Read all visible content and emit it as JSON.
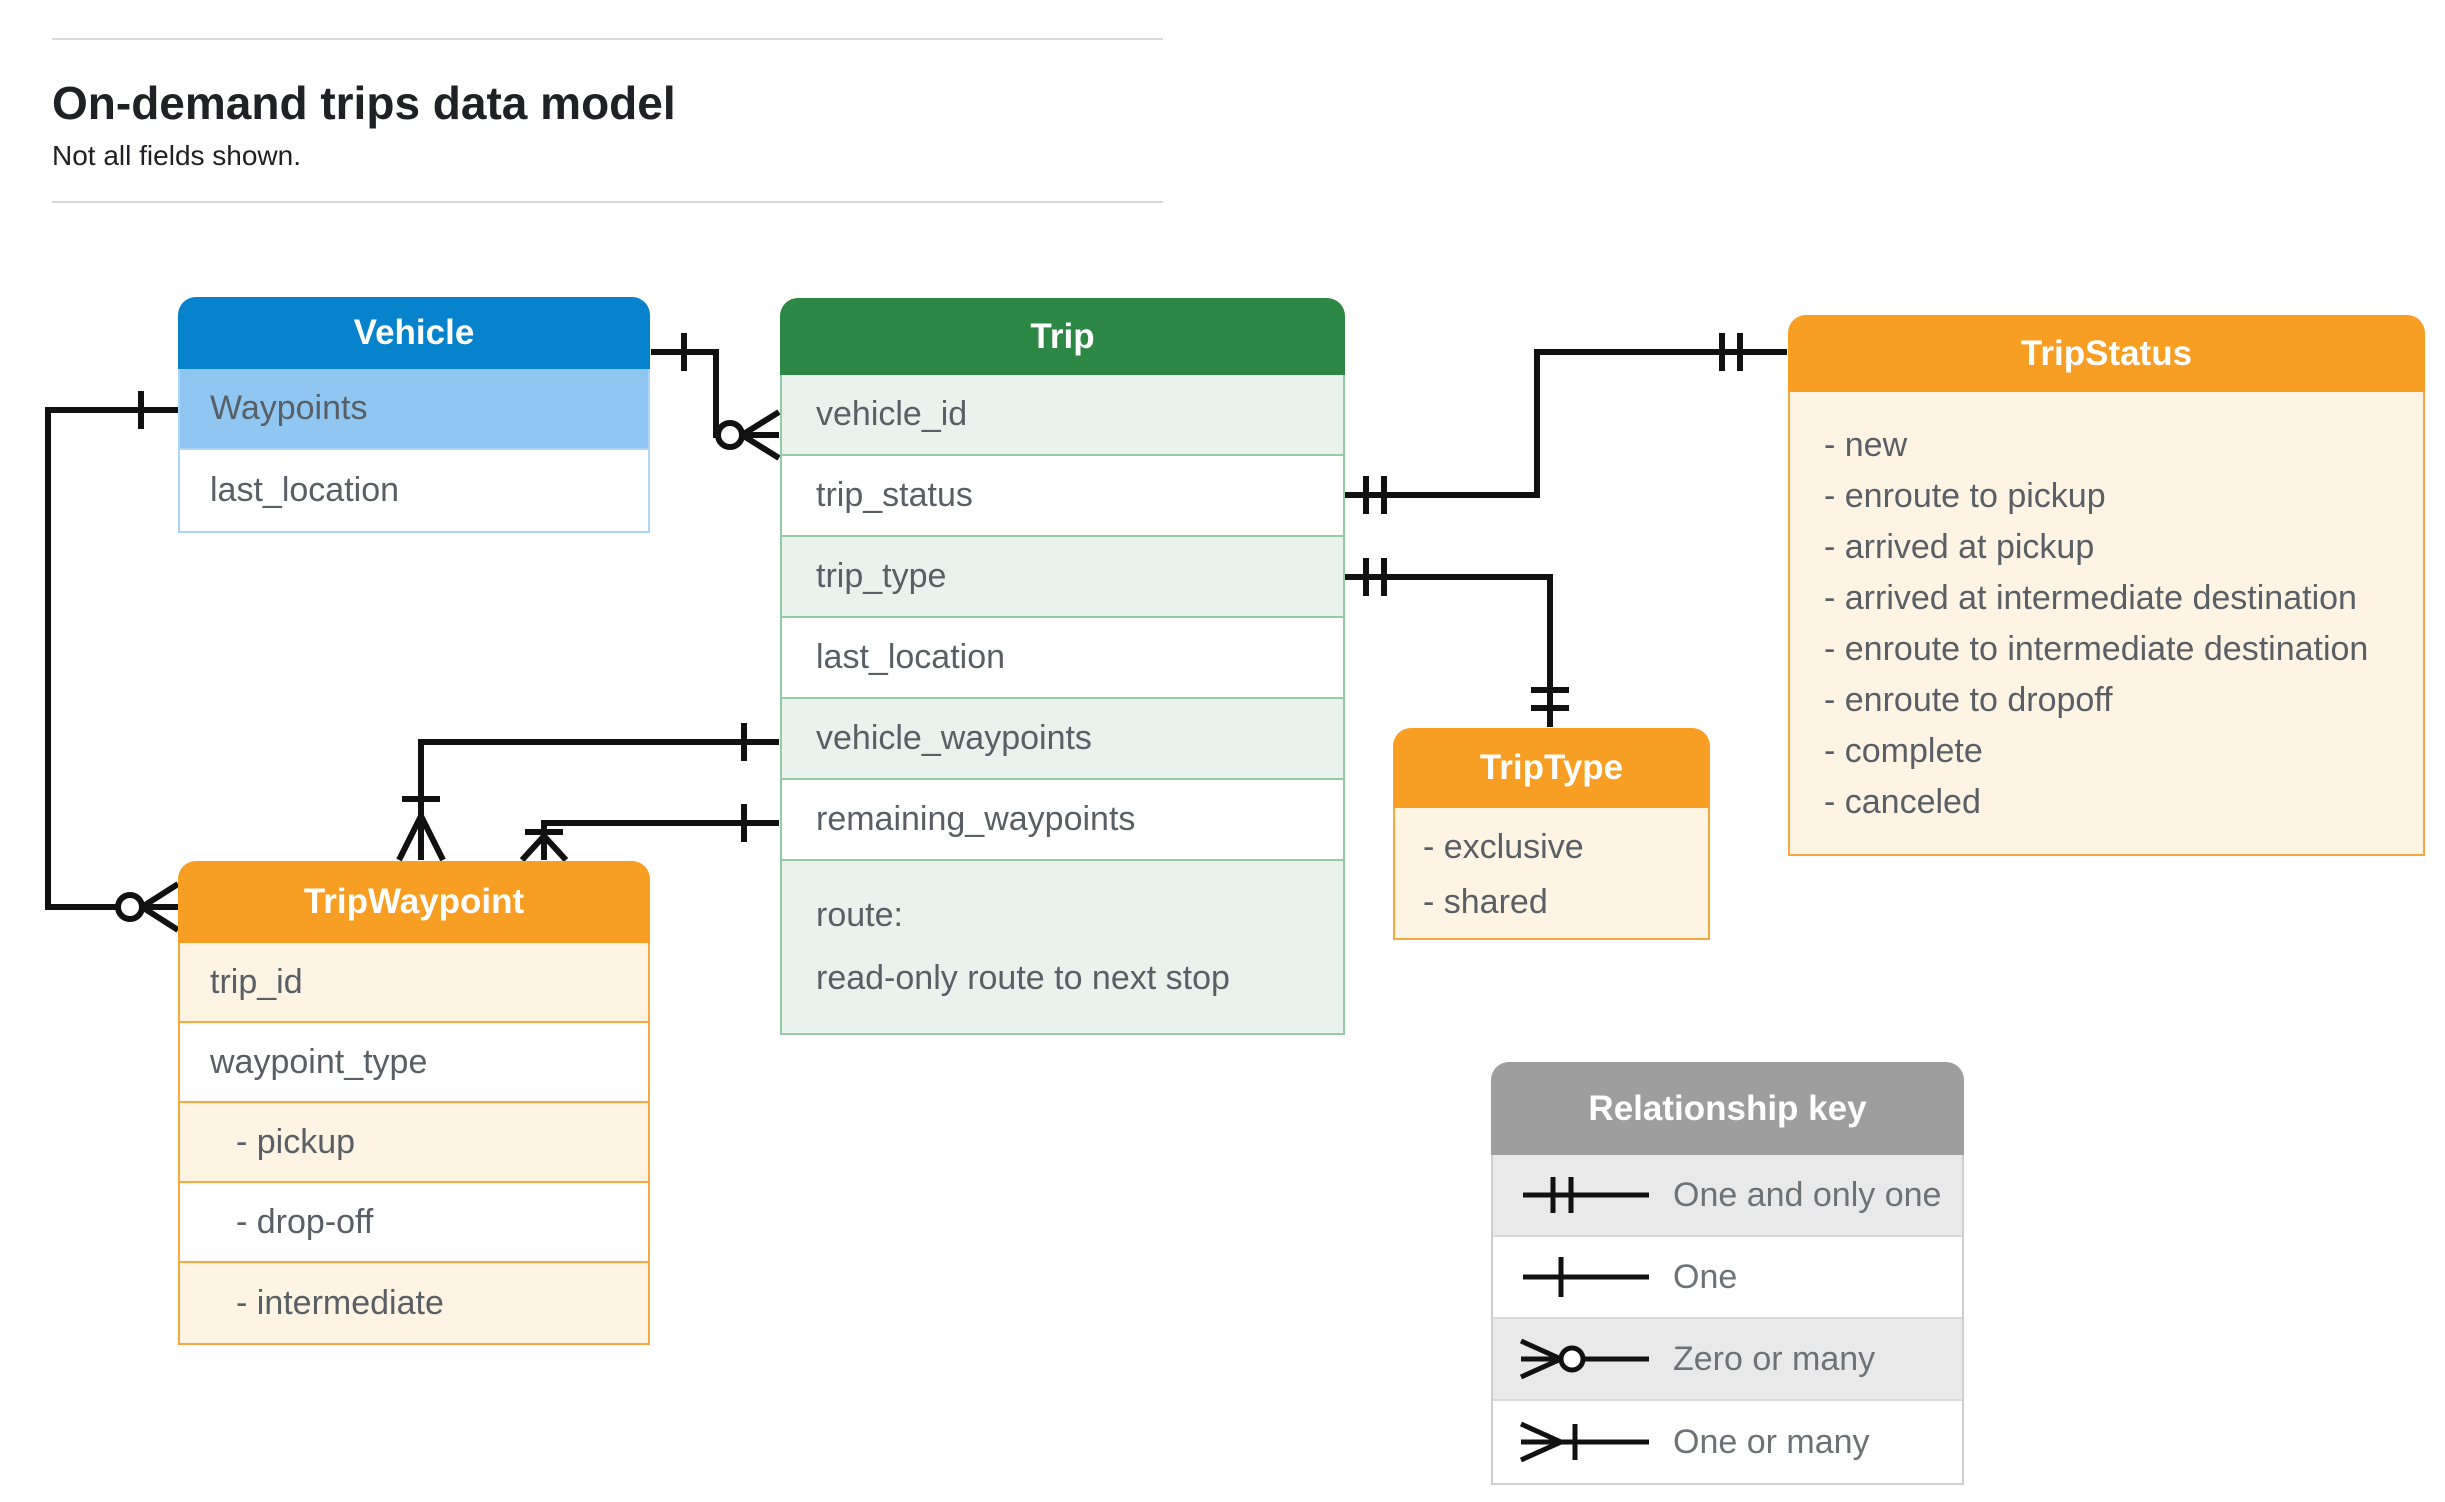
{
  "page": {
    "title": "On-demand trips data model",
    "subtitle": "Not all fields shown."
  },
  "colors": {
    "vehicle_accent": "#0783cd",
    "vehicle_tint": "#8fc7f2",
    "trip_accent": "#2e8845",
    "trip_tint": "#e9f2ec",
    "enum_accent": "#f79e23",
    "enum_tint": "#fdf4e3",
    "legend_accent": "#9e9e9e",
    "connector": "#111111"
  },
  "tables": {
    "vehicle": {
      "title": "Vehicle",
      "fields": [
        "Waypoints",
        "last_location"
      ]
    },
    "trip": {
      "title": "Trip",
      "fields": [
        "vehicle_id",
        "trip_status",
        "trip_type",
        "last_location",
        "vehicle_waypoints",
        "remaining_waypoints"
      ],
      "route_field": [
        "route:",
        "read-only route to next stop"
      ]
    },
    "trip_status": {
      "title": "TripStatus",
      "items": [
        "- new",
        "- enroute to pickup",
        "- arrived at pickup",
        "- arrived at intermediate destination",
        "- enroute to intermediate destination",
        "- enroute to dropoff",
        "- complete",
        "- canceled"
      ]
    },
    "trip_type": {
      "title": "TripType",
      "items": [
        "- exclusive",
        "- shared"
      ]
    },
    "trip_waypoint": {
      "title": "TripWaypoint",
      "fields": [
        "trip_id",
        "waypoint_type",
        "- pickup",
        "- drop-off",
        "- intermediate"
      ]
    }
  },
  "legend": {
    "title": "Relationship key",
    "entries": [
      {
        "symbol": "one-and-only-one",
        "label": "One and only one"
      },
      {
        "symbol": "one",
        "label": "One"
      },
      {
        "symbol": "zero-or-many",
        "label": "Zero or many"
      },
      {
        "symbol": "one-or-many",
        "label": "One or many"
      }
    ]
  }
}
